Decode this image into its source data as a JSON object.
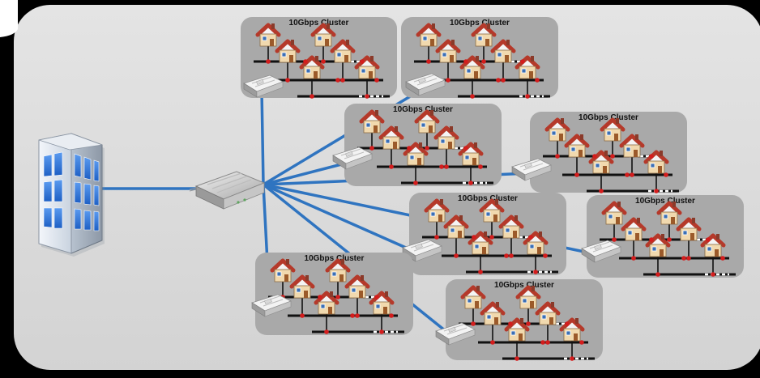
{
  "cluster_label": "10Gbps Cluster",
  "clusters": [
    {
      "label": "10Gbps Cluster"
    },
    {
      "label": "10Gbps Cluster"
    },
    {
      "label": "10Gbps Cluster"
    },
    {
      "label": "10Gbps Cluster"
    },
    {
      "label": "10Gbps Cluster"
    },
    {
      "label": "10Gbps Cluster"
    },
    {
      "label": "10Gbps Cluster"
    },
    {
      "label": "10Gbps Cluster"
    }
  ],
  "colors": {
    "background": "#000000",
    "panel": "#d9d9d9",
    "cluster_box": "#a9a9a9",
    "link": "#2f74c0",
    "node_dot": "#d41d1d",
    "roof": "#b5392a",
    "house_wall": "#f1d9ae",
    "building_blue": "#2a6fd6"
  },
  "icons": {
    "headend": "office-building-icon",
    "core_switch": "core-switch-icon",
    "cluster_switch": "switch-icon",
    "home": "house-icon"
  }
}
